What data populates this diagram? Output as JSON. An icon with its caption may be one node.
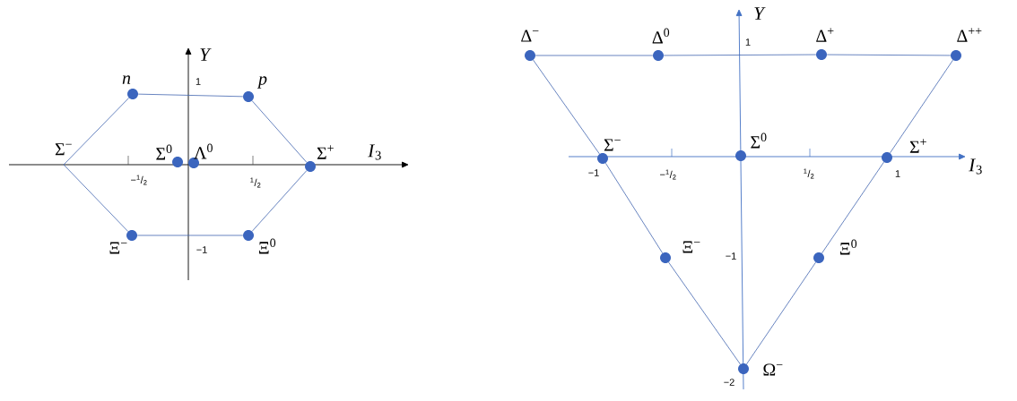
{
  "diagram": {
    "nodes": [
      {
        "text": [],
        "shape": "circle",
        "beside": [
          "n"
        ]
      },
      {
        "text": [],
        "shape": "circle",
        "beside": [
          "p"
        ]
      },
      {
        "text": [
          "Σ$^{−}$"
        ]
      },
      {
        "text": [],
        "shape": "circle",
        "beside": [
          "Σ$^{0}$"
        ]
      },
      {
        "text": [],
        "shape": "circle",
        "beside": [
          "Λ$^{0}$"
        ]
      },
      {
        "text": [],
        "shape": "circle",
        "beside": [
          "Σ$^{+}$"
        ]
      },
      {
        "text": [],
        "shape": "circle",
        "beside": [
          "Ξ$^{−}$"
        ]
      },
      {
        "text": [],
        "shape": "circle",
        "beside": [
          "Ξ$^{0}$"
        ]
      },
      {
        "text": [],
        "shape": "circle",
        "beside": [
          "Δ$^{−}$"
        ]
      },
      {
        "text": [],
        "shape": "circle",
        "beside": [
          "Δ$^{0}$"
        ]
      },
      {
        "text": [],
        "shape": "circle",
        "beside": [
          "Δ$^{+}$"
        ]
      },
      {
        "text": [],
        "shape": "circle",
        "beside": [
          "Δ$^{++}$"
        ]
      },
      {
        "text": [],
        "shape": "circle",
        "beside": [
          "Σ$^{−}$"
        ]
      },
      {
        "text": [],
        "shape": "circle",
        "beside": [
          "Σ$^{0}$"
        ]
      },
      {
        "text": [],
        "shape": "circle",
        "beside": [
          "Σ$^{+}$"
        ]
      },
      {
        "text": [],
        "shape": "circle",
        "beside": [
          "Ξ$^{−}$"
        ]
      },
      {
        "text": [],
        "shape": "circle",
        "beside": [
          "Ξ$^{0}$"
        ]
      },
      {
        "text": [],
        "shape": "circle",
        "beside": [
          "Ω$^{−}$"
        ]
      }
    ],
    "edges": [
      {
        "from": 0,
        "to": 1,
        "arrow": "none"
      },
      {
        "from": 2,
        "to": 0,
        "arrow": "none"
      },
      {
        "from": 1,
        "to": 5,
        "arrow": "none"
      },
      {
        "from": 2,
        "to": 6,
        "arrow": "none"
      },
      {
        "from": 5,
        "to": 7,
        "arrow": "none"
      },
      {
        "from": 6,
        "to": 7,
        "arrow": "none"
      },
      {
        "from": 8,
        "to": 9,
        "arrow": "none"
      },
      {
        "from": 9,
        "to": 10,
        "arrow": "none"
      },
      {
        "from": 10,
        "to": 11,
        "arrow": "none"
      },
      {
        "from": 8,
        "to": 12,
        "arrow": "none"
      },
      {
        "from": 12,
        "to": 15,
        "arrow": "none"
      },
      {
        "from": 15,
        "to": 17,
        "arrow": "none"
      },
      {
        "from": 11,
        "to": 14,
        "arrow": "none"
      },
      {
        "from": 14,
        "to": 16,
        "arrow": "none"
      },
      {
        "from": 16,
        "to": 17,
        "arrow": "none"
      }
    ],
    "labels": [
      "Y",
      "1",
      "*I*$_{3}$",
      "−$^{1}$/$_{2}$",
      "$^{1}$/$_{2}$",
      "−1",
      "Y",
      "1",
      "*I*$_{3}$",
      "−1",
      "−$^{1}$/$_{2}$",
      "$^{1}$/$_{2}$",
      "1",
      "−1",
      "−2"
    ]
  }
}
